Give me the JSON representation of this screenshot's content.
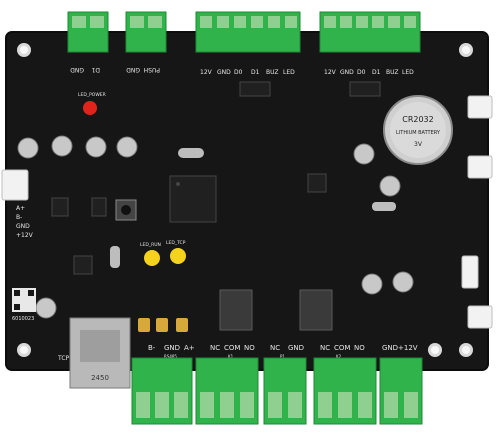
{
  "board": {
    "colors": {
      "pcb": "#161616",
      "pcb_edge": "#0c0c0c",
      "terminal": "#2fb34a",
      "terminal_dark": "#1f8a36",
      "screw": "#8fcf8f",
      "silk": "#e8e8e8",
      "led_red": "#e0241b",
      "led_yellow": "#f4d21d",
      "cap_tantalum": "#d7a83a",
      "capacitor": "#c8c8c8",
      "relay": "#3a3a3a",
      "ic": "#202020"
    },
    "top_terminals": {
      "gnd_d1": {
        "labels": [
          "GND",
          "D1"
        ]
      },
      "gnd_push": {
        "labels": [
          "GND",
          "PUSH"
        ]
      },
      "reader1": {
        "labels": [
          "LED",
          "BUZ",
          "D1",
          "D0",
          "GND",
          "12V"
        ]
      },
      "reader2": {
        "labels": [
          "LED",
          "BUZ",
          "D1",
          "D0",
          "GND",
          "12V"
        ]
      }
    },
    "bottom_terminals": {
      "rs485": {
        "labels": [
          "B-",
          "GND",
          "A+"
        ],
        "sub": "RS485"
      },
      "relay1": {
        "labels": [
          "NC",
          "COM",
          "NO"
        ],
        "sub": "K1"
      },
      "sensor": {
        "labels": [
          "NC",
          "GND"
        ],
        "sub": "P1"
      },
      "relay2": {
        "labels": [
          "NC",
          "COM",
          "NO"
        ],
        "sub": "K2"
      },
      "power": {
        "labels": [
          "GND",
          "+12V"
        ]
      }
    },
    "battery": {
      "line1": "CR2032",
      "line2": "LITHIUM BATTERY",
      "line3": "3V"
    },
    "ethernet_jack": {
      "label": "2450"
    },
    "left_pins": {
      "labels": [
        "A+",
        "B-",
        "GND",
        "+12V"
      ]
    },
    "led_labels": {
      "power": "LED_POWER",
      "run": "LED_RUN",
      "tcp": "LED_TCP"
    },
    "misc": {
      "qr_code_text": "6010023",
      "tcp_label": "TCP"
    }
  }
}
